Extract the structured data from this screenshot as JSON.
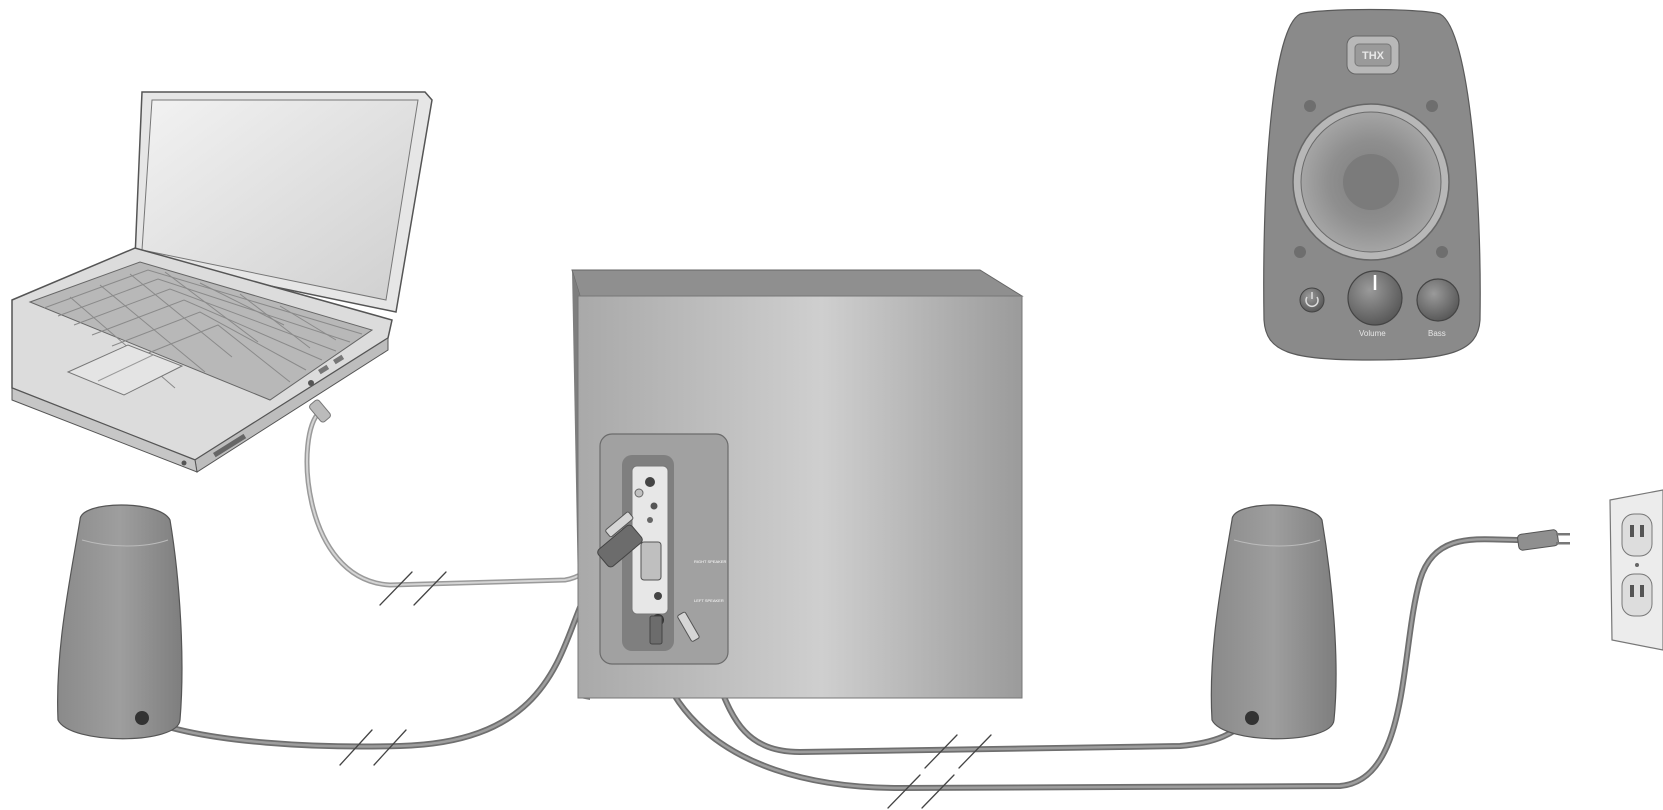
{
  "figure": {
    "kind": "speaker-system-setup-illustration",
    "components": [
      "laptop",
      "subwoofer",
      "left-speaker",
      "right-speaker",
      "control-pod",
      "wall-outlet"
    ]
  },
  "control_pod": {
    "badge": "THX",
    "volume_label": "Volume",
    "bass_label": "Bass"
  },
  "subwoofer_panel": {
    "right_speaker_label": "RIGHT SPEAKER",
    "left_speaker_label": "LEFT SPEAKER"
  },
  "colors": {
    "device_gray": "#8c8c8c",
    "cable_gray": "#8a8a8a",
    "outline": "#555555",
    "background": "#ffffff"
  }
}
